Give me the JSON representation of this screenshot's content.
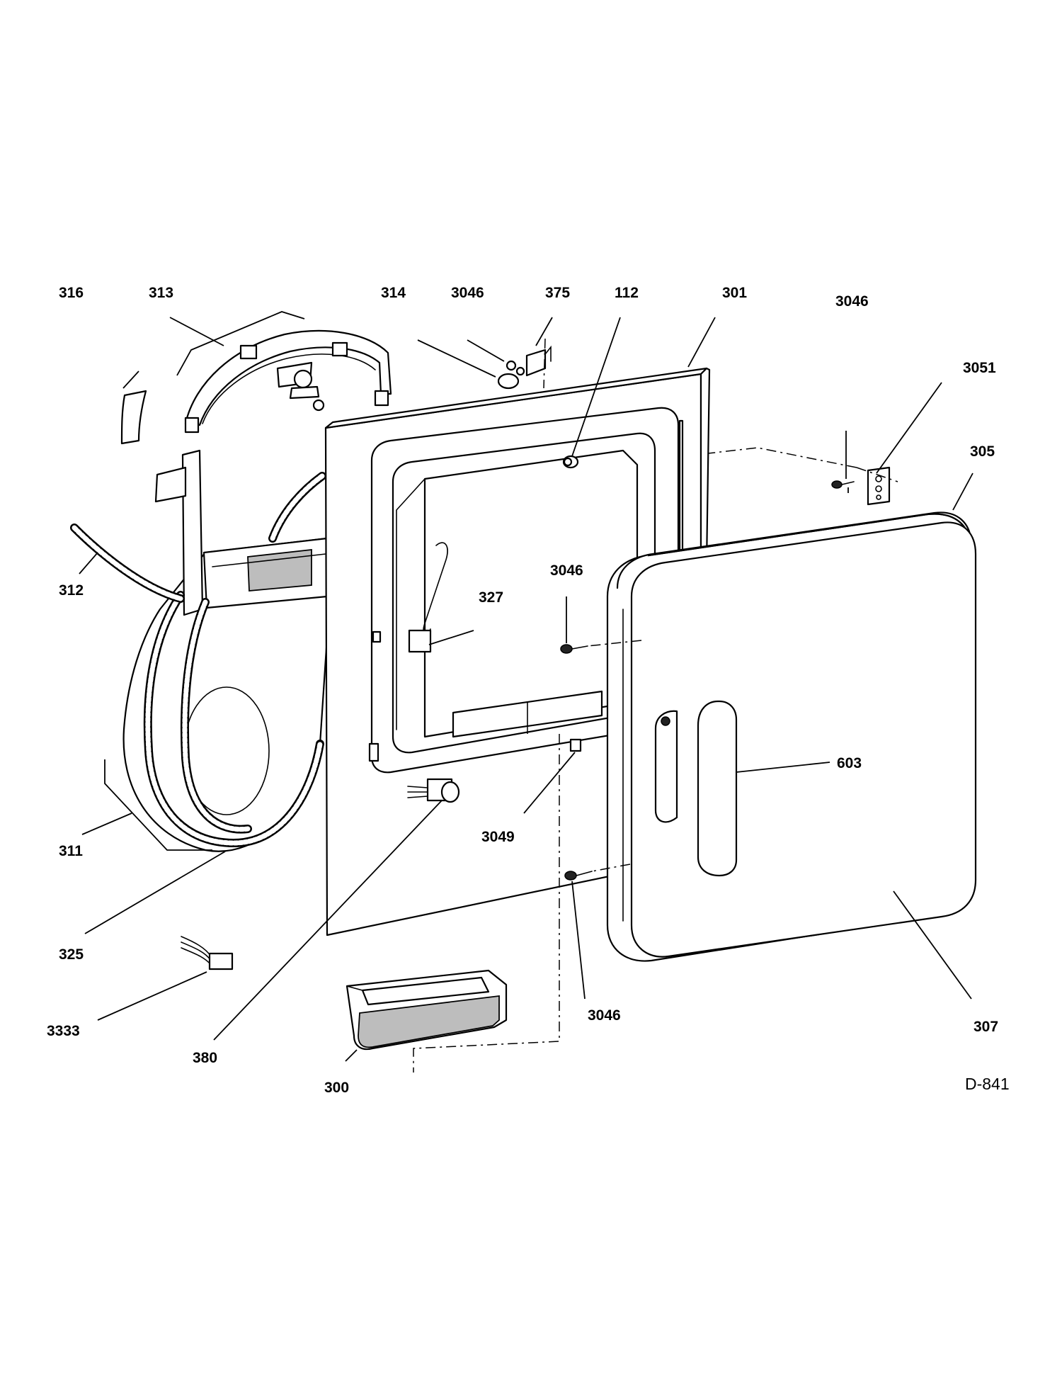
{
  "callouts": {
    "c316": "316",
    "c313": "313",
    "c314": "314",
    "c3046_top": "3046",
    "c375": "375",
    "c112": "112",
    "c301": "301",
    "c3046_right": "3046",
    "c3051": "3051",
    "c305": "305",
    "c312": "312",
    "c327": "327",
    "c3046_mid": "3046",
    "c603": "603",
    "c3049": "3049",
    "c311": "311",
    "c325": "325",
    "c3333": "3333",
    "c380": "380",
    "c3046_bottom": "3046",
    "c307": "307",
    "c300": "300"
  },
  "diagram_code": "D-841"
}
